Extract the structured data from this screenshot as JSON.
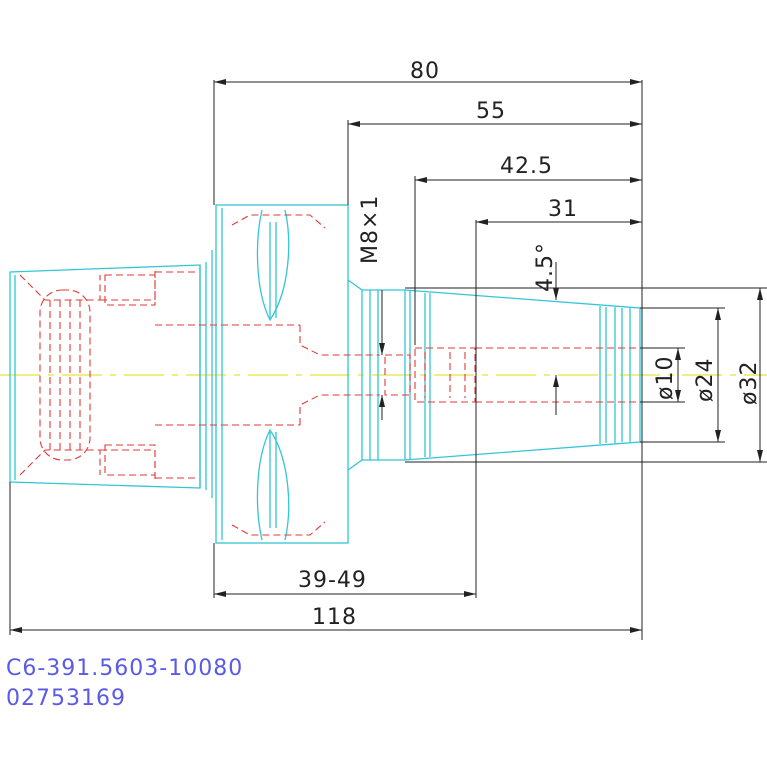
{
  "dimensions": {
    "overall_80": "80",
    "len_55": "55",
    "len_42_5": "42.5",
    "len_31": "31",
    "thread": "M8×1",
    "angle": "4.5°",
    "dia_10": "ø10",
    "dia_24": "ø24",
    "dia_32": "ø32",
    "range": "39-49",
    "total_118": "118"
  },
  "part": {
    "code": "C6-391.5603-10080",
    "number": "02753169"
  },
  "colors": {
    "outline": "#33c6d6",
    "hidden": "#e23a3a",
    "centerline": "#e8e23a",
    "dimension": "#222222",
    "code_text": "#5a5ae6"
  }
}
